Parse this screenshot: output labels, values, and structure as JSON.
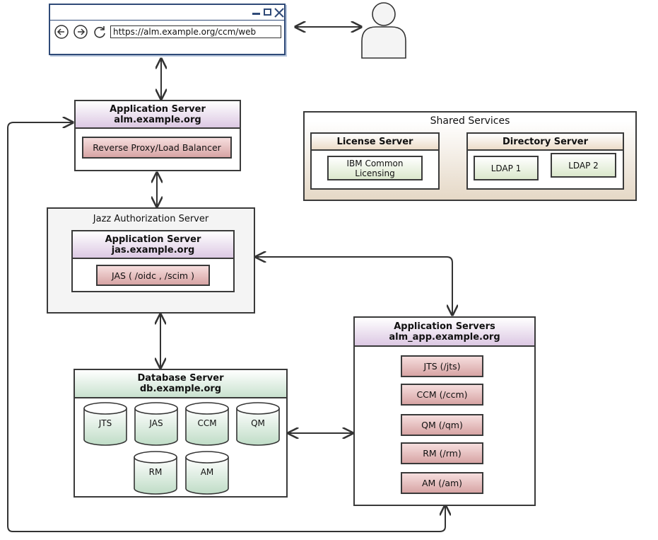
{
  "browser": {
    "url": "https://alm.example.org/ccm/web",
    "controls": {
      "minimize": "—",
      "maximize": "☐",
      "close": "✕"
    },
    "nav": {
      "back": "←",
      "forward": "→",
      "refresh": "↻"
    }
  },
  "proxy_server": {
    "title": "Application Server",
    "host": "alm.example.org",
    "component": "Reverse Proxy/Load Balancer"
  },
  "shared_services": {
    "title": "Shared Services",
    "license_server": {
      "title": "License Server",
      "component": "IBM Common Licensing"
    },
    "directory_server": {
      "title": "Directory Server",
      "components": [
        "LDAP 1",
        "LDAP 2"
      ]
    }
  },
  "jazz_auth": {
    "title": "Jazz Authorization Server",
    "server_title": "Application Server",
    "host": "jas.example.org",
    "component": "JAS ( /oidc , /scim )"
  },
  "app_servers": {
    "title": "Application Servers",
    "host": "alm_app.example.org",
    "components": [
      "JTS (/jts)",
      "CCM (/ccm)",
      "QM (/qm)",
      "RM (/rm)",
      "AM (/am)"
    ]
  },
  "db_server": {
    "title": "Database Server",
    "host": "db.example.org",
    "databases": [
      "JTS",
      "JAS",
      "CCM",
      "QM",
      "RM",
      "AM"
    ]
  },
  "colors": {
    "purple_header": "#dcc8e3",
    "green_header": "#c9e2cf",
    "component_red": "#d7a4a4",
    "shared_bg": "#e5d8c6"
  }
}
